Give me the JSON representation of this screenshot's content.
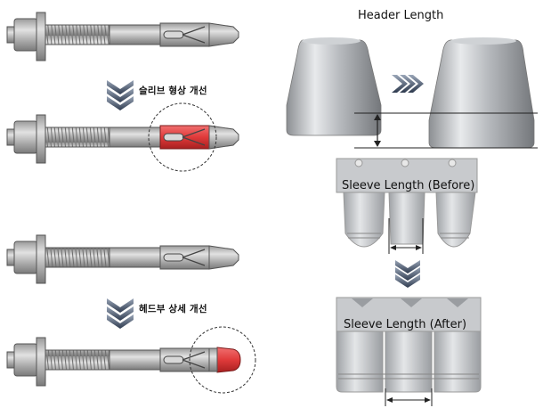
{
  "captions": {
    "sleeve_improvement": "슬리브 형상 개선",
    "head_improvement": "헤드부 상세 개선"
  },
  "labels": {
    "header_length": "Header Length",
    "sleeve_before": "Sleeve Length (Before)",
    "sleeve_after": "Sleeve Length (After)"
  },
  "colors": {
    "steel": "#b8b8b8",
    "highlight": "#e03a3a",
    "arrow": "#3d4a5e"
  }
}
